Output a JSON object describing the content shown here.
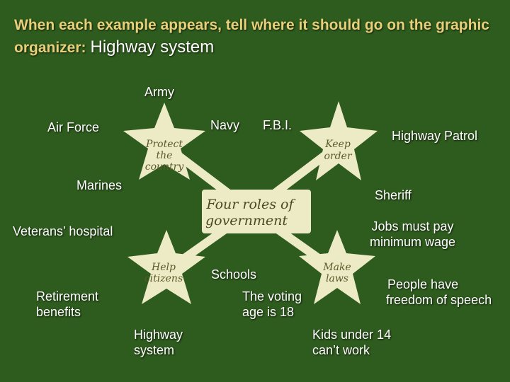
{
  "title": {
    "prompt": "When each example appears, tell where it should go on the graphic organizer:",
    "topic": "Highway system"
  },
  "center": {
    "line1": "Four roles of",
    "line2": "government"
  },
  "stars": {
    "protect": {
      "line1": "Protect",
      "line2": "the",
      "line3": "country"
    },
    "order": {
      "line1": "Keep",
      "line2": "order"
    },
    "help": {
      "line1": "Help",
      "line2": "citizens"
    },
    "laws": {
      "line1": "Make",
      "line2": "laws"
    }
  },
  "examples": {
    "army": "Army",
    "navy": "Navy",
    "fbi": "F.B.I.",
    "air_force": "Air Force",
    "highway_patrol": "Highway Patrol",
    "marines": "Marines",
    "sheriff": "Sheriff",
    "veterans_hospital": "Veterans’ hospital",
    "jobs_min_wage_1": "Jobs must pay",
    "jobs_min_wage_2": "minimum wage",
    "schools": "Schools",
    "voting_age_1": "The voting",
    "voting_age_2": "age is 18",
    "retirement_1": "Retirement",
    "retirement_2": "benefits",
    "free_speech_1": "People have",
    "free_speech_2": "freedom of speech",
    "highway_1": "Highway",
    "highway_2": "system",
    "kids_1": "Kids under 14",
    "kids_2": "can’t work"
  },
  "colors": {
    "background": "#2e5b1e",
    "title": "#e8d07a",
    "star_fill": "#ecebc6",
    "center_fill": "#ecebc6",
    "connector": "#ecebc6",
    "label": "#ffffff"
  }
}
